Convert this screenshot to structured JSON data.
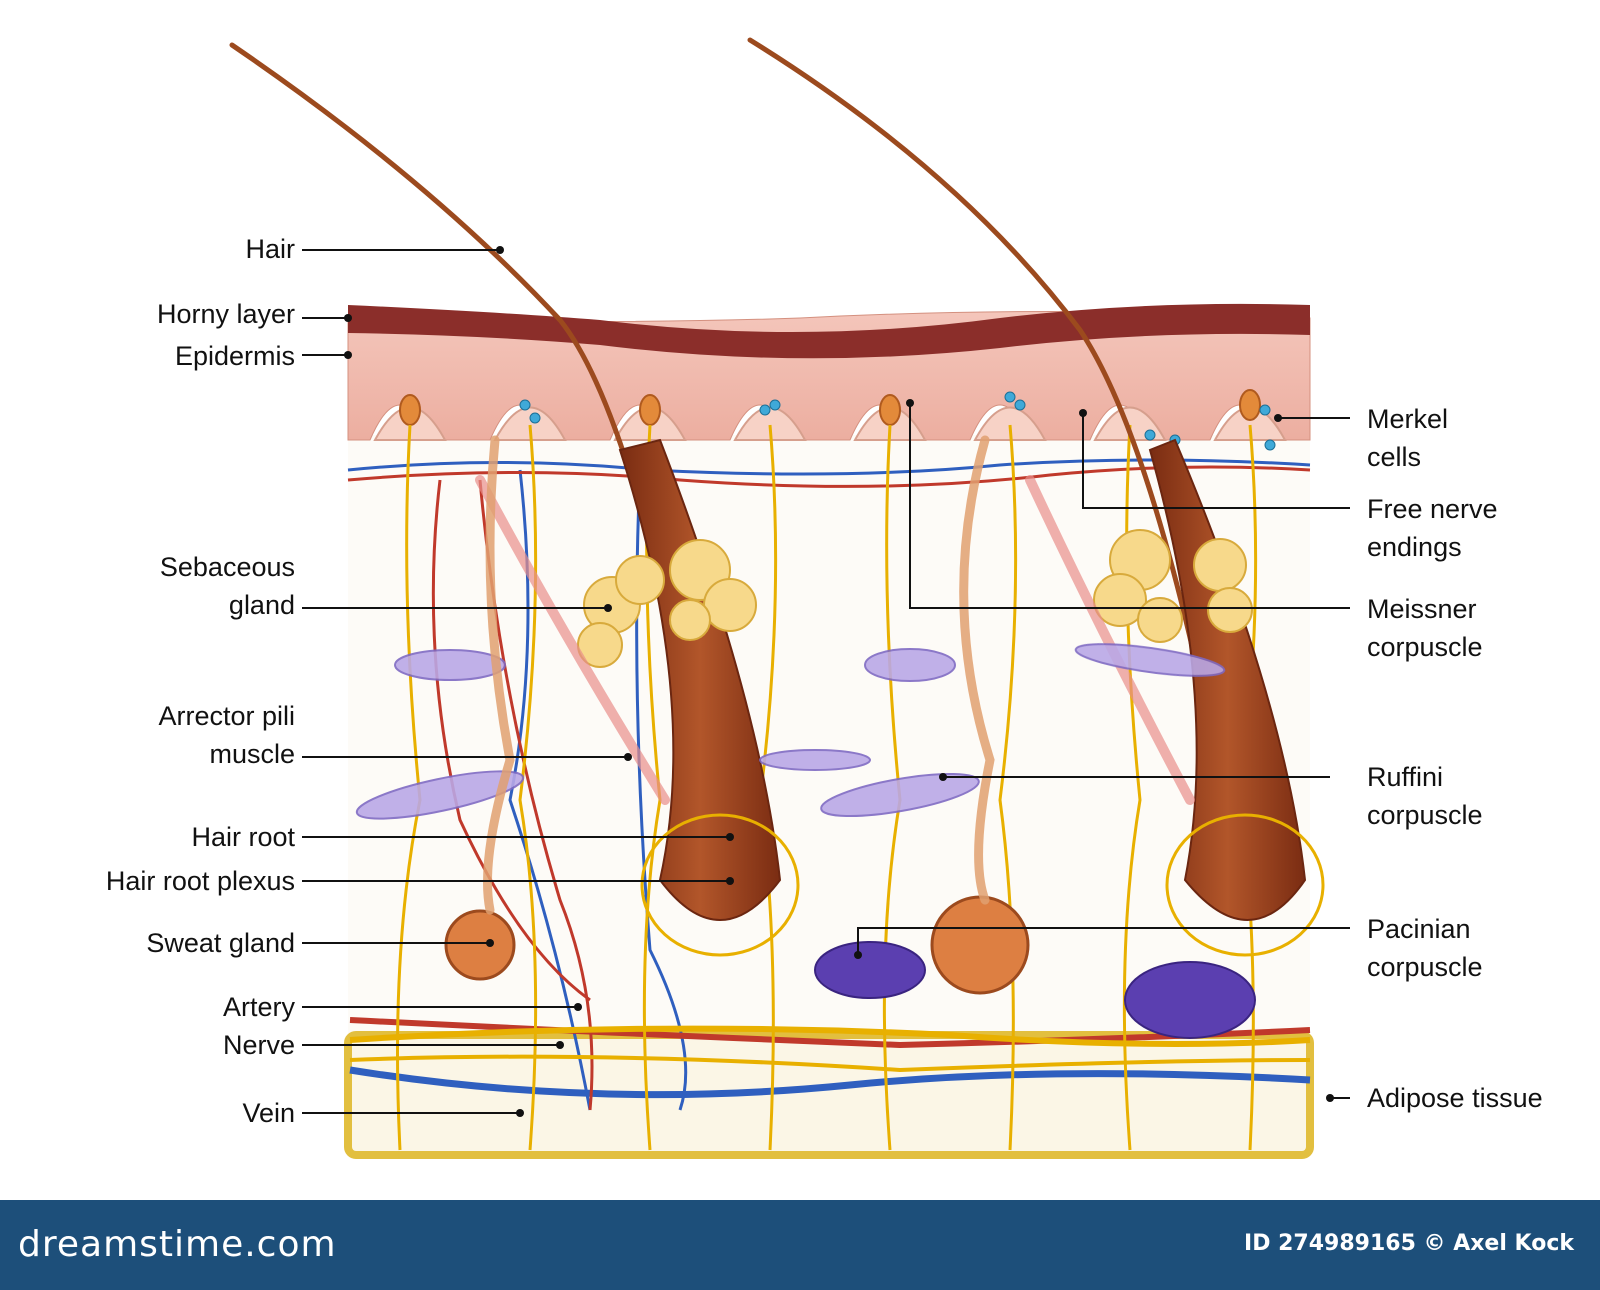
{
  "labels_left": [
    {
      "id": "hair",
      "text": "Hair"
    },
    {
      "id": "horny-layer",
      "text": "Horny layer"
    },
    {
      "id": "epidermis",
      "text": "Epidermis"
    },
    {
      "id": "sebaceous-gland",
      "text": "Sebaceous\ngland"
    },
    {
      "id": "arrector-pili-muscle",
      "text": "Arrector pili\nmuscle"
    },
    {
      "id": "hair-root",
      "text": "Hair root"
    },
    {
      "id": "hair-root-plexus",
      "text": "Hair root plexus"
    },
    {
      "id": "sweat-gland",
      "text": "Sweat gland"
    },
    {
      "id": "artery",
      "text": "Artery"
    },
    {
      "id": "nerve",
      "text": "Nerve"
    },
    {
      "id": "vein",
      "text": "Vein"
    }
  ],
  "labels_right": [
    {
      "id": "merkel-cells",
      "text": "Merkel\ncells"
    },
    {
      "id": "free-nerve-endings",
      "text": "Free nerve\nendings"
    },
    {
      "id": "meissner-corpuscle",
      "text": "Meissner\ncorpuscle"
    },
    {
      "id": "ruffini-corpuscle",
      "text": "Ruffini\ncorpuscle"
    },
    {
      "id": "pacinian-corpuscle",
      "text": "Pacinian\ncorpuscle"
    },
    {
      "id": "adipose-tissue",
      "text": "Adipose tissue"
    }
  ],
  "footer": {
    "brand": "dreamstime.com",
    "credit": "ID 274989165 © Axel Kock"
  },
  "colors": {
    "horny_layer": "#8b2e2a",
    "epidermis": "#f1b3a6",
    "nerve": "#e8b000",
    "artery": "#c0392b",
    "vein": "#2f5fbf",
    "hair": "#9c4a1e",
    "sebaceous": "#f7d98b",
    "footer_bg": "#1d4f7a"
  }
}
